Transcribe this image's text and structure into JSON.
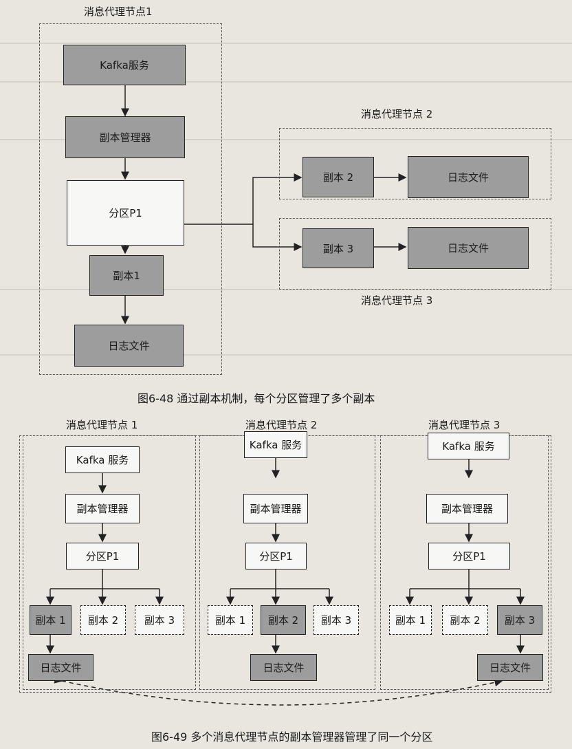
{
  "fig48": {
    "node1_title": "消息代理节点1",
    "kafka": "Kafka服务",
    "replica_manager": "副本管理器",
    "partition": "分区P1",
    "replica1": "副本1",
    "log1": "日志文件",
    "node2_title": "消息代理节点 2",
    "replica2": "副本 2",
    "log2": "日志文件",
    "replica3": "副本 3",
    "log3": "日志文件",
    "node3_title": "消息代理节点 3",
    "caption": "图6-48   通过副本机制，每个分区管理了多个副本"
  },
  "fig49": {
    "nodes": [
      {
        "title": "消息代理节点 1",
        "kafka": "Kafka 服务",
        "replica_manager": "副本管理器",
        "partition": "分区P1",
        "r1": "副本 1",
        "r2": "副本 2",
        "r3": "副本 3",
        "log": "日志文件"
      },
      {
        "title": "消息代理节点 2",
        "kafka": "Kafka 服务",
        "replica_manager": "副本管理器",
        "partition": "分区P1",
        "r1": "副本 1",
        "r2": "副本 2",
        "r3": "副本 3",
        "log": "日志文件"
      },
      {
        "title": "消息代理节点 3",
        "kafka": "Kafka 服务",
        "replica_manager": "副本管理器",
        "partition": "分区P1",
        "r1": "副本 1",
        "r2": "副本 2",
        "r3": "副本 3",
        "log": "日志文件"
      }
    ],
    "caption": "图6-49   多个消息代理节点的副本管理器管理了同一个分区"
  },
  "colors": {
    "highlight_box": "#9d9d9d",
    "plain_box": "#f7f7f5",
    "background": "#e9e6df"
  }
}
